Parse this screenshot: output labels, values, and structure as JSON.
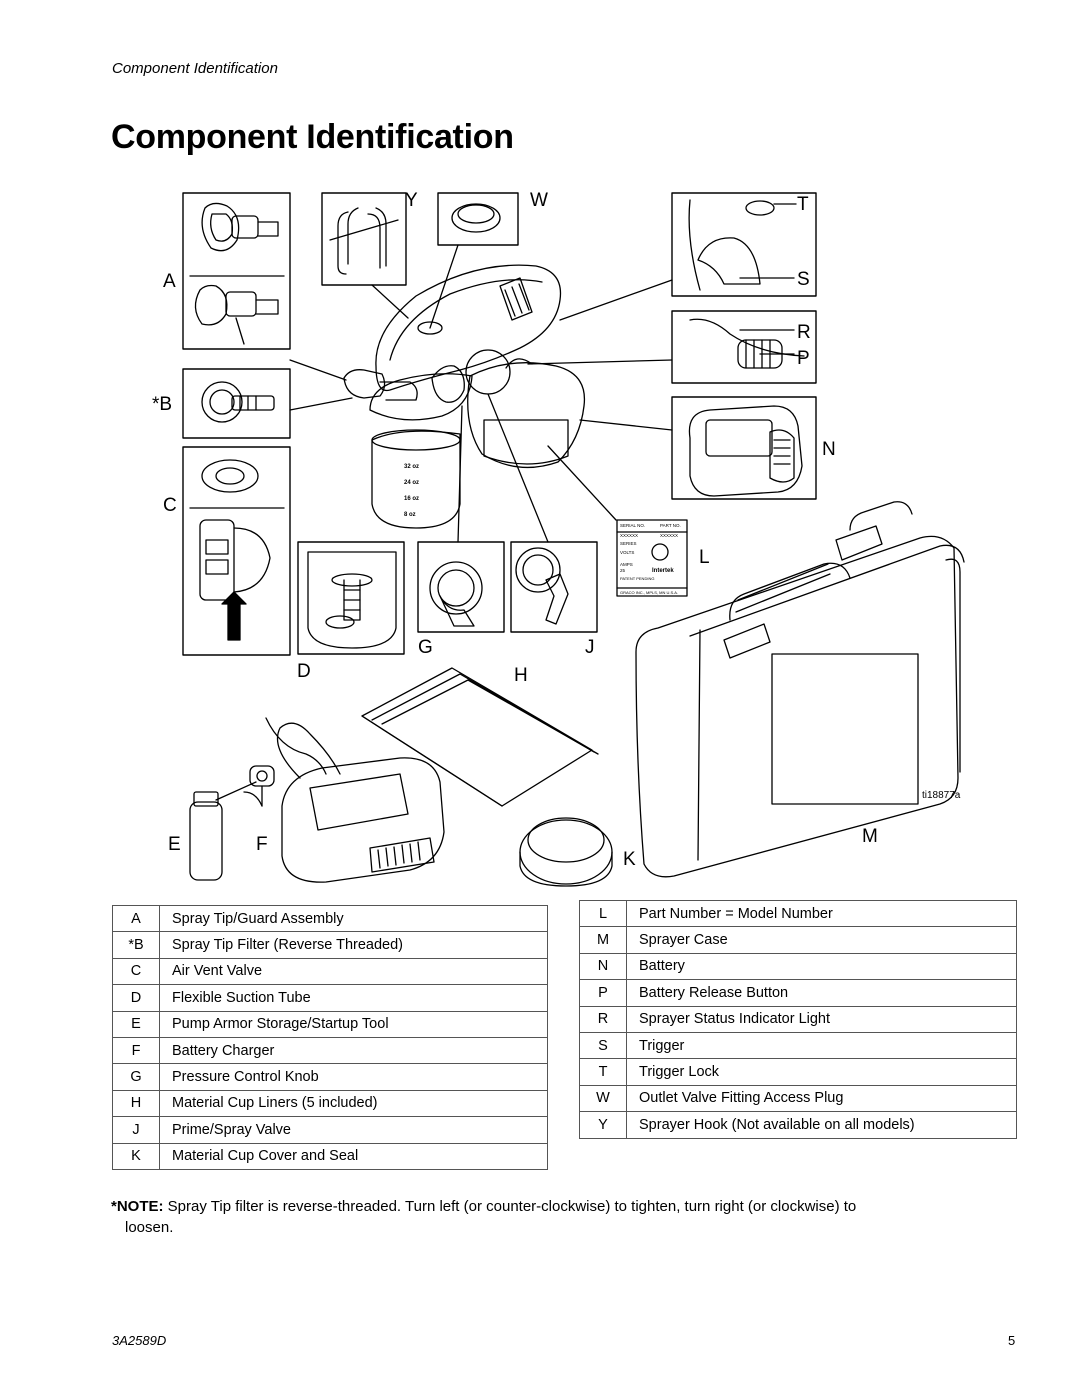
{
  "header": {
    "running_title": "Component Identification"
  },
  "page_title": "Component Identification",
  "figure": {
    "figure_id": "ti18877a",
    "callouts": [
      "A",
      "*B",
      "C",
      "D",
      "E",
      "F",
      "G",
      "H",
      "J",
      "K",
      "L",
      "M",
      "N",
      "P",
      "R",
      "S",
      "T",
      "W",
      "Y"
    ],
    "rating_label": {
      "serial": "SERIAL NO.",
      "part": "PART NO.",
      "xx1": "XXXXXX",
      "xx2": "XXXXXX",
      "series": "SERIES",
      "volts": "VOLTS",
      "amps": "AMPS",
      "amps_value": "25",
      "intertek": "Intertek",
      "patent": "PATENT PENDING",
      "maker": "GRACO INC., MPLS, MN U.S.A."
    },
    "cup_marks": [
      "32 oz",
      "24 oz",
      "16 oz",
      "8 oz"
    ]
  },
  "table_left": [
    {
      "key": "A",
      "desc": "Spray Tip/Guard Assembly"
    },
    {
      "key": "*B",
      "desc": "Spray Tip Filter (Reverse Threaded)"
    },
    {
      "key": "C",
      "desc": "Air Vent Valve"
    },
    {
      "key": "D",
      "desc": "Flexible Suction Tube"
    },
    {
      "key": "E",
      "desc": "Pump Armor Storage/Startup Tool"
    },
    {
      "key": "F",
      "desc": "Battery Charger"
    },
    {
      "key": "G",
      "desc": "Pressure Control Knob"
    },
    {
      "key": "H",
      "desc": "Material Cup Liners (5 included)"
    },
    {
      "key": "J",
      "desc": "Prime/Spray Valve"
    },
    {
      "key": "K",
      "desc": "Material Cup Cover and Seal"
    }
  ],
  "table_right": [
    {
      "key": "L",
      "desc": "Part Number = Model Number"
    },
    {
      "key": "M",
      "desc": "Sprayer Case"
    },
    {
      "key": "N",
      "desc": "Battery"
    },
    {
      "key": "P",
      "desc": "Battery Release Button"
    },
    {
      "key": "R",
      "desc": "Sprayer Status Indicator Light"
    },
    {
      "key": "S",
      "desc": "Trigger"
    },
    {
      "key": "T",
      "desc": "Trigger Lock"
    },
    {
      "key": "W",
      "desc": "Outlet Valve Fitting Access Plug"
    },
    {
      "key": "Y",
      "desc": "Sprayer Hook (Not available on all models)"
    }
  ],
  "note": {
    "label": "*NOTE:",
    "line1": "Spray Tip filter is reverse-threaded. Turn left (or counter-clockwise) to tighten, turn right (or clockwise) to",
    "line2": "loosen."
  },
  "footer": {
    "doc_code": "3A2589D",
    "page_number": "5"
  }
}
